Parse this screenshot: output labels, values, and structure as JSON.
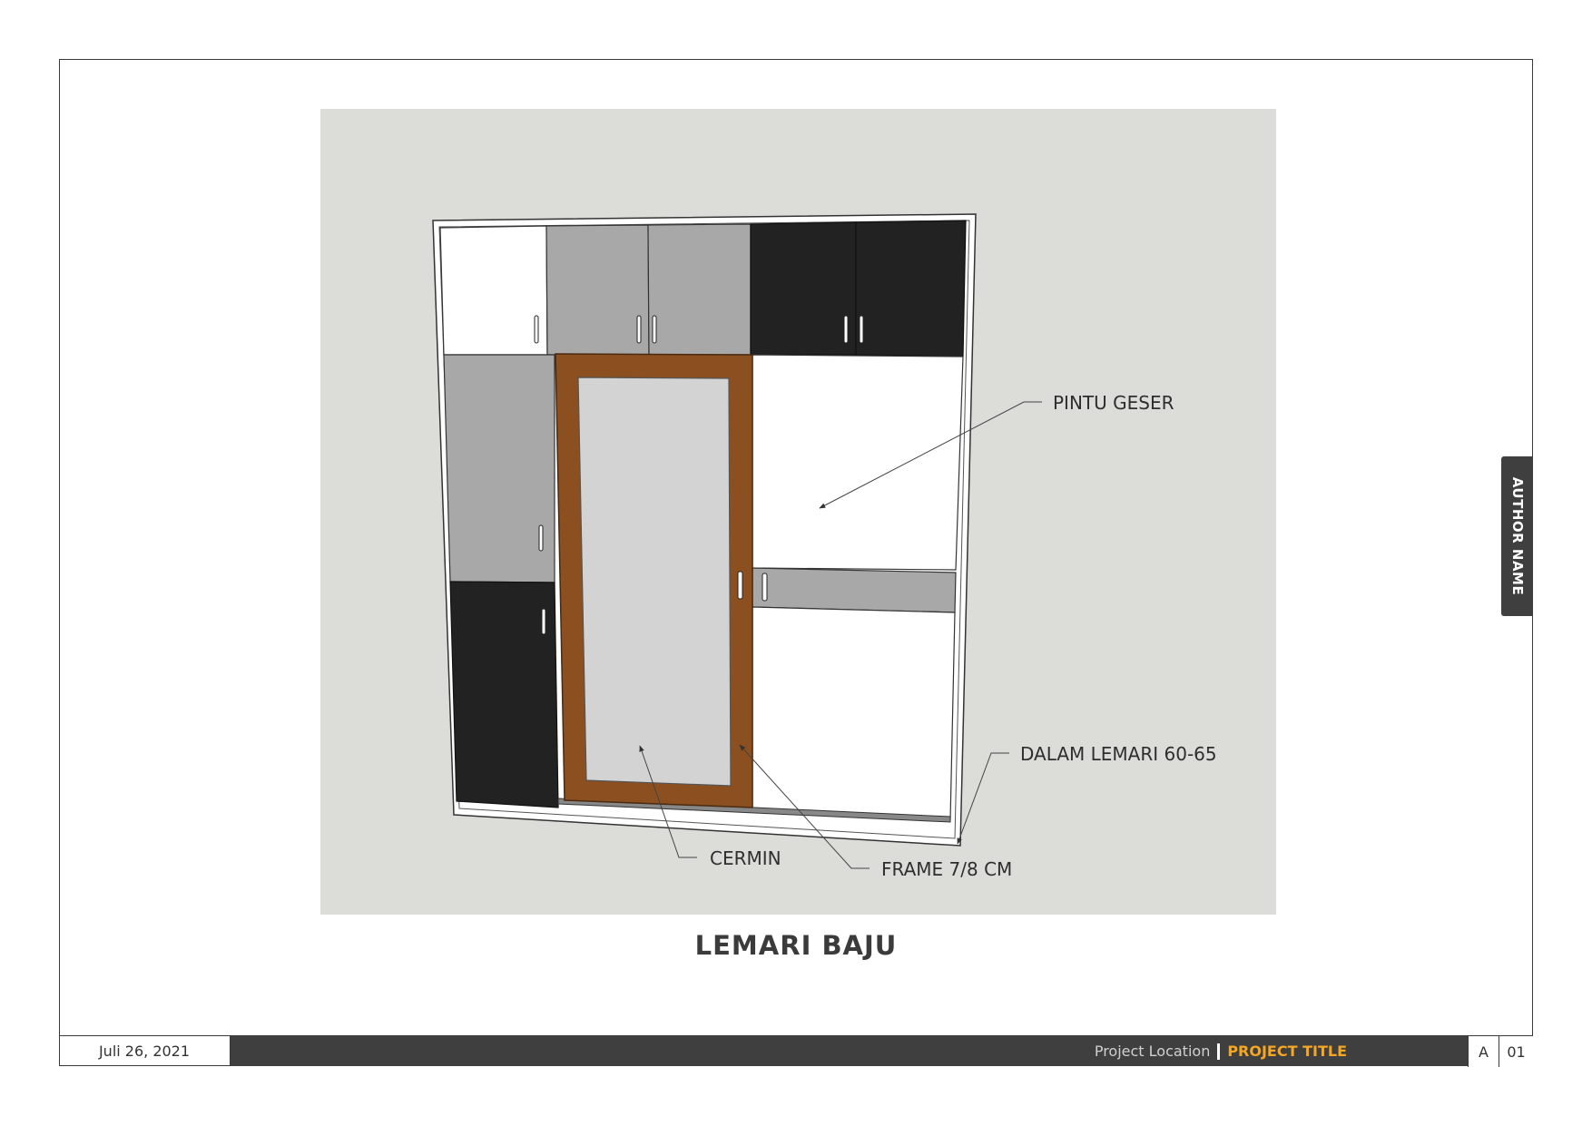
{
  "drawing": {
    "title": "LEMARI BAJU",
    "callouts": {
      "sliding_door": "PINTU GESER",
      "cabinet_depth": "DALAM LEMARI 60-65",
      "mirror": "CERMIN",
      "frame": "FRAME 7/8 CM"
    }
  },
  "side_tab": {
    "author": "AUTHOR NAME"
  },
  "title_block": {
    "date": "Juli 26, 2021",
    "location": "Project Location",
    "project_title": "PROJECT TITLE",
    "sheet_letter": "A",
    "sheet_number": "01"
  },
  "colors": {
    "background_panel": "#dcdcd8",
    "white_panel": "#ffffff",
    "grey_panel": "#a8a8a8",
    "black_panel": "#222222",
    "wood_frame": "#8b4f20",
    "mirror": "#d3d3d3",
    "accent": "#f5a623",
    "footer_bar": "#3f3f3f"
  }
}
